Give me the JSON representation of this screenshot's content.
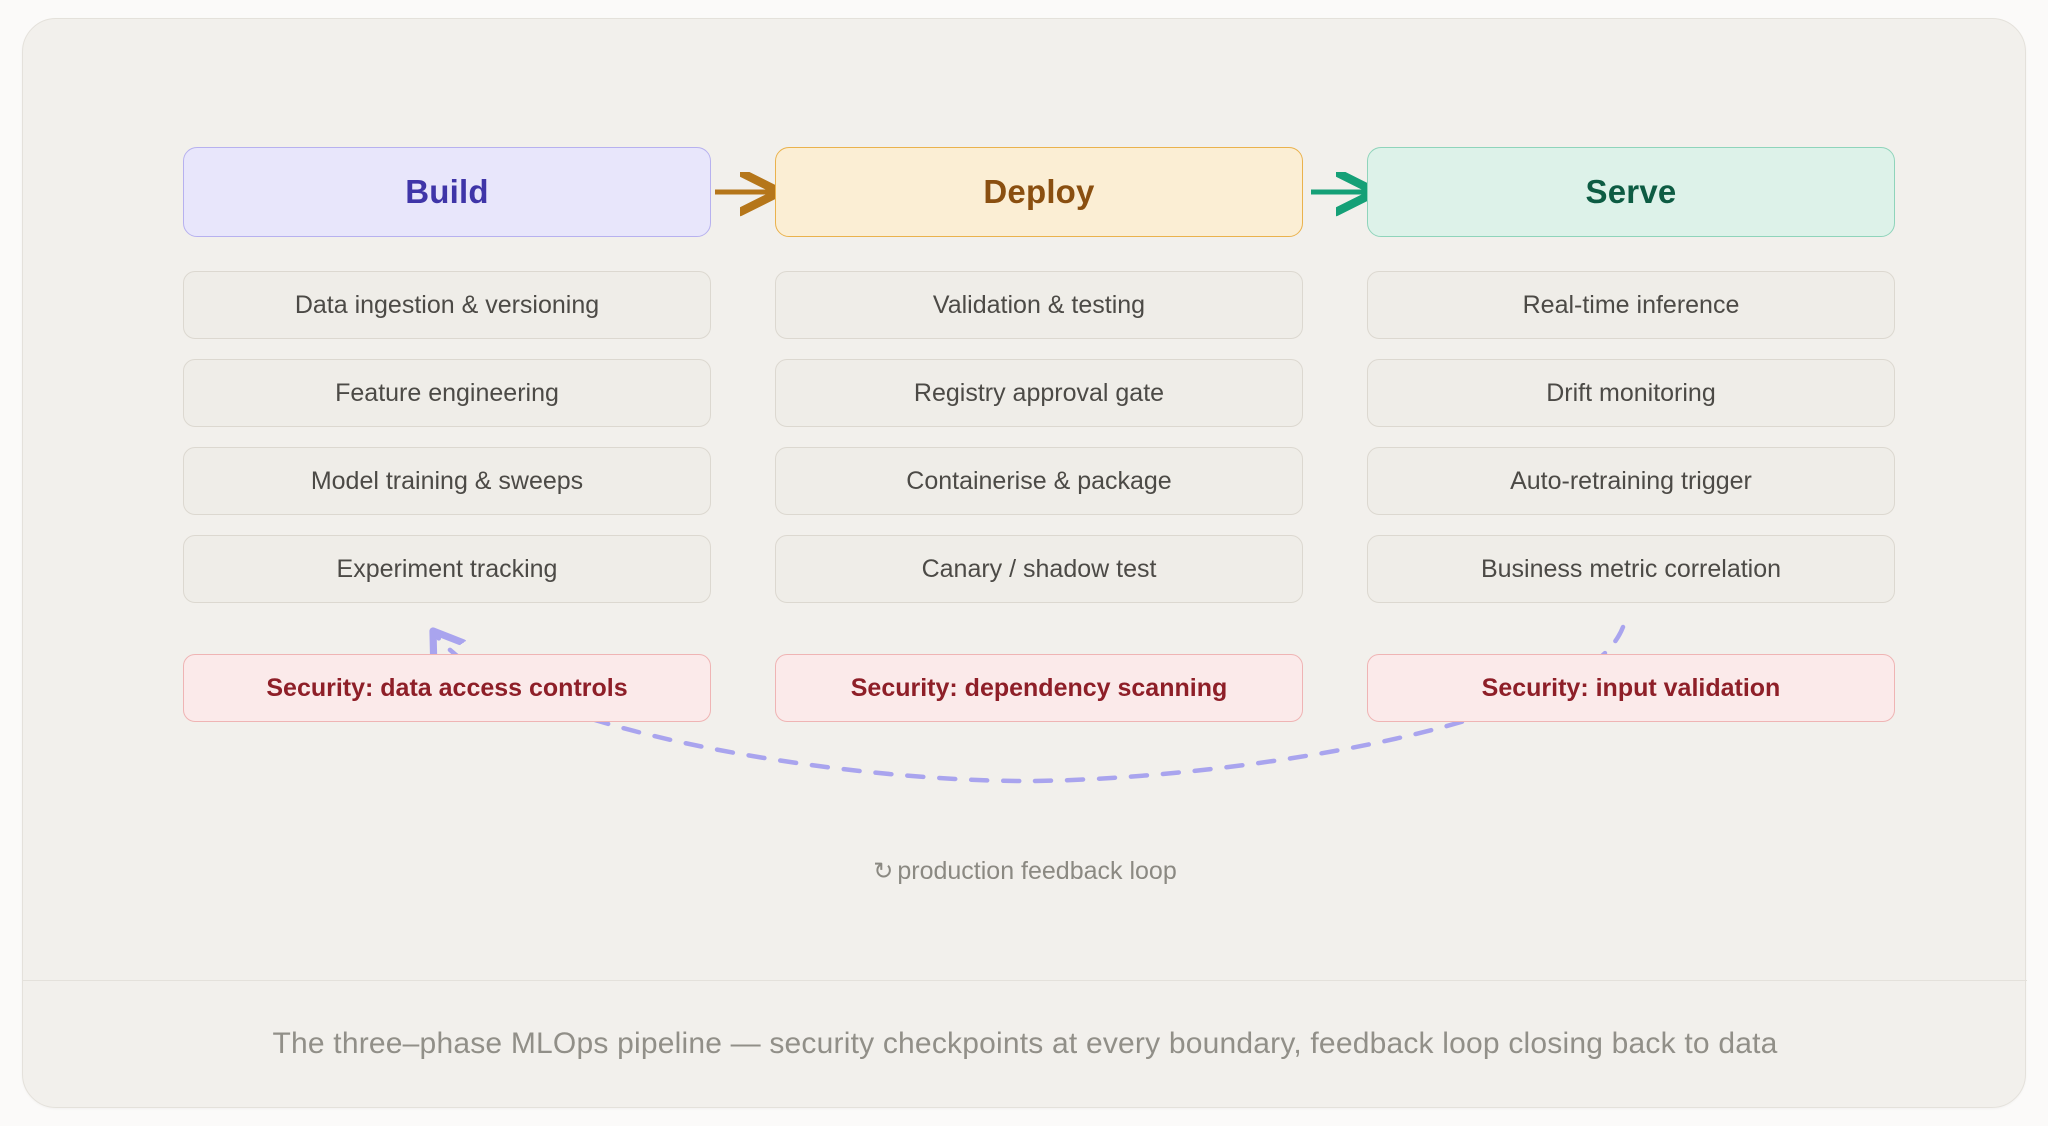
{
  "diagram": {
    "columns": [
      {
        "phase": "Build",
        "theme": "indigo",
        "steps": [
          "Data ingestion & versioning",
          "Feature engineering",
          "Model training & sweeps",
          "Experiment tracking"
        ],
        "security": "Security: data access controls"
      },
      {
        "phase": "Deploy",
        "theme": "amber",
        "steps": [
          "Validation & testing",
          "Registry approval gate",
          "Containerise & package",
          "Canary / shadow test"
        ],
        "security": "Security: dependency scanning"
      },
      {
        "phase": "Serve",
        "theme": "mint",
        "steps": [
          "Real-time inference",
          "Drift monitoring",
          "Auto-retraining trigger",
          "Business metric correlation"
        ],
        "security": "Security: input validation"
      }
    ],
    "connectors": [
      {
        "from": "Build",
        "to": "Deploy",
        "color": "#b5761a"
      },
      {
        "from": "Deploy",
        "to": "Serve",
        "color": "#15a077"
      }
    ],
    "feedback_loop": {
      "glyph": "↻",
      "label": "production feedback loop",
      "color": "#a9a4ee",
      "from": "Security: input validation",
      "to": "Security: data access controls"
    }
  },
  "footer": {
    "caption": "The three–phase MLOps pipeline — security checkpoints at every boundary, feedback loop closing back to data"
  }
}
